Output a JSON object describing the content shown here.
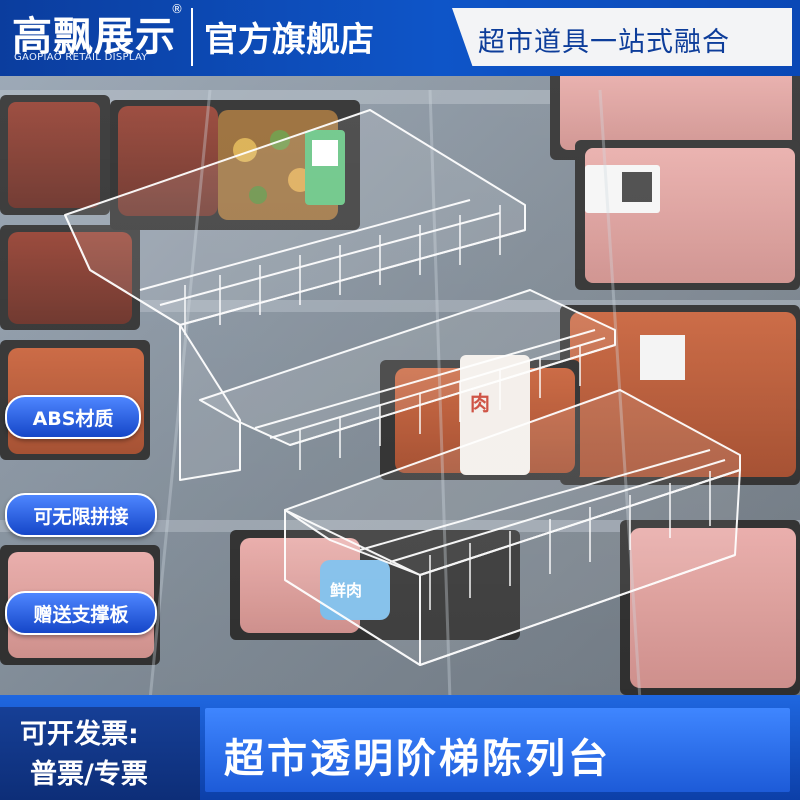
{
  "header": {
    "brand_name": "高飘展示",
    "brand_registered_mark": "®",
    "brand_subtitle": "GAOPIAO RETAIL DISPLAY",
    "store_name": "官方旗舰店",
    "slogan": "超市道具一站式融合"
  },
  "features": [
    "ABS材质",
    "可无限拼接",
    "赠送支撑板"
  ],
  "footer": {
    "invoice_line1": "可开发票:",
    "invoice_line2": "普票/专票",
    "product_title": "超市透明阶梯陈列台"
  },
  "photo": {
    "label_glyph": "肉",
    "bag_text": "鲜肉"
  },
  "colors": {
    "header_blue": "#0e55c8",
    "pill_blue": "#2a62e6",
    "footer_blue": "#1d5bd8",
    "slogan_text": "#0d3d9a"
  }
}
